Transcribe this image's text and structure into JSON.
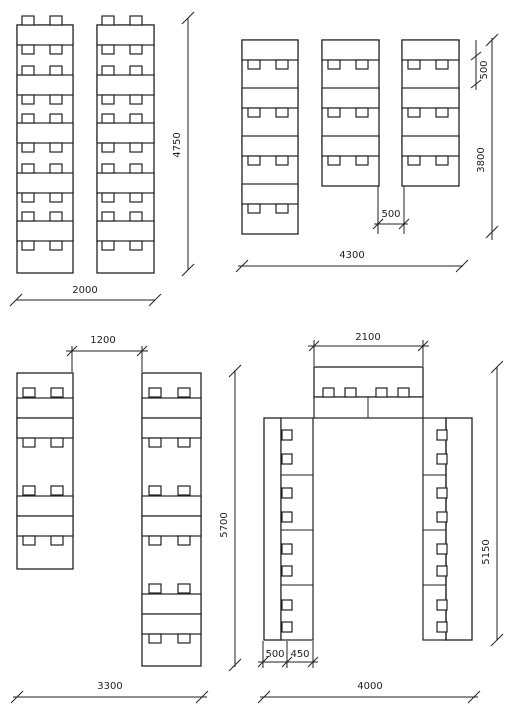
{
  "colors": {
    "ink": "#222222",
    "paper": "#ffffff"
  },
  "plans": [
    {
      "id": "plan-a",
      "dimensions": {
        "width": "2000",
        "height": "4750"
      }
    },
    {
      "id": "plan-b",
      "dimensions": {
        "width": "4300",
        "height": "3800",
        "small_vertical": "500",
        "gap": "500"
      }
    },
    {
      "id": "plan-c",
      "dimensions": {
        "gap": "1200",
        "height": "5700",
        "width": "3300"
      }
    },
    {
      "id": "plan-d",
      "dimensions": {
        "top_width": "2100",
        "height": "5150",
        "width": "4000",
        "wing_depth": "500",
        "aisle": "450"
      }
    }
  ]
}
